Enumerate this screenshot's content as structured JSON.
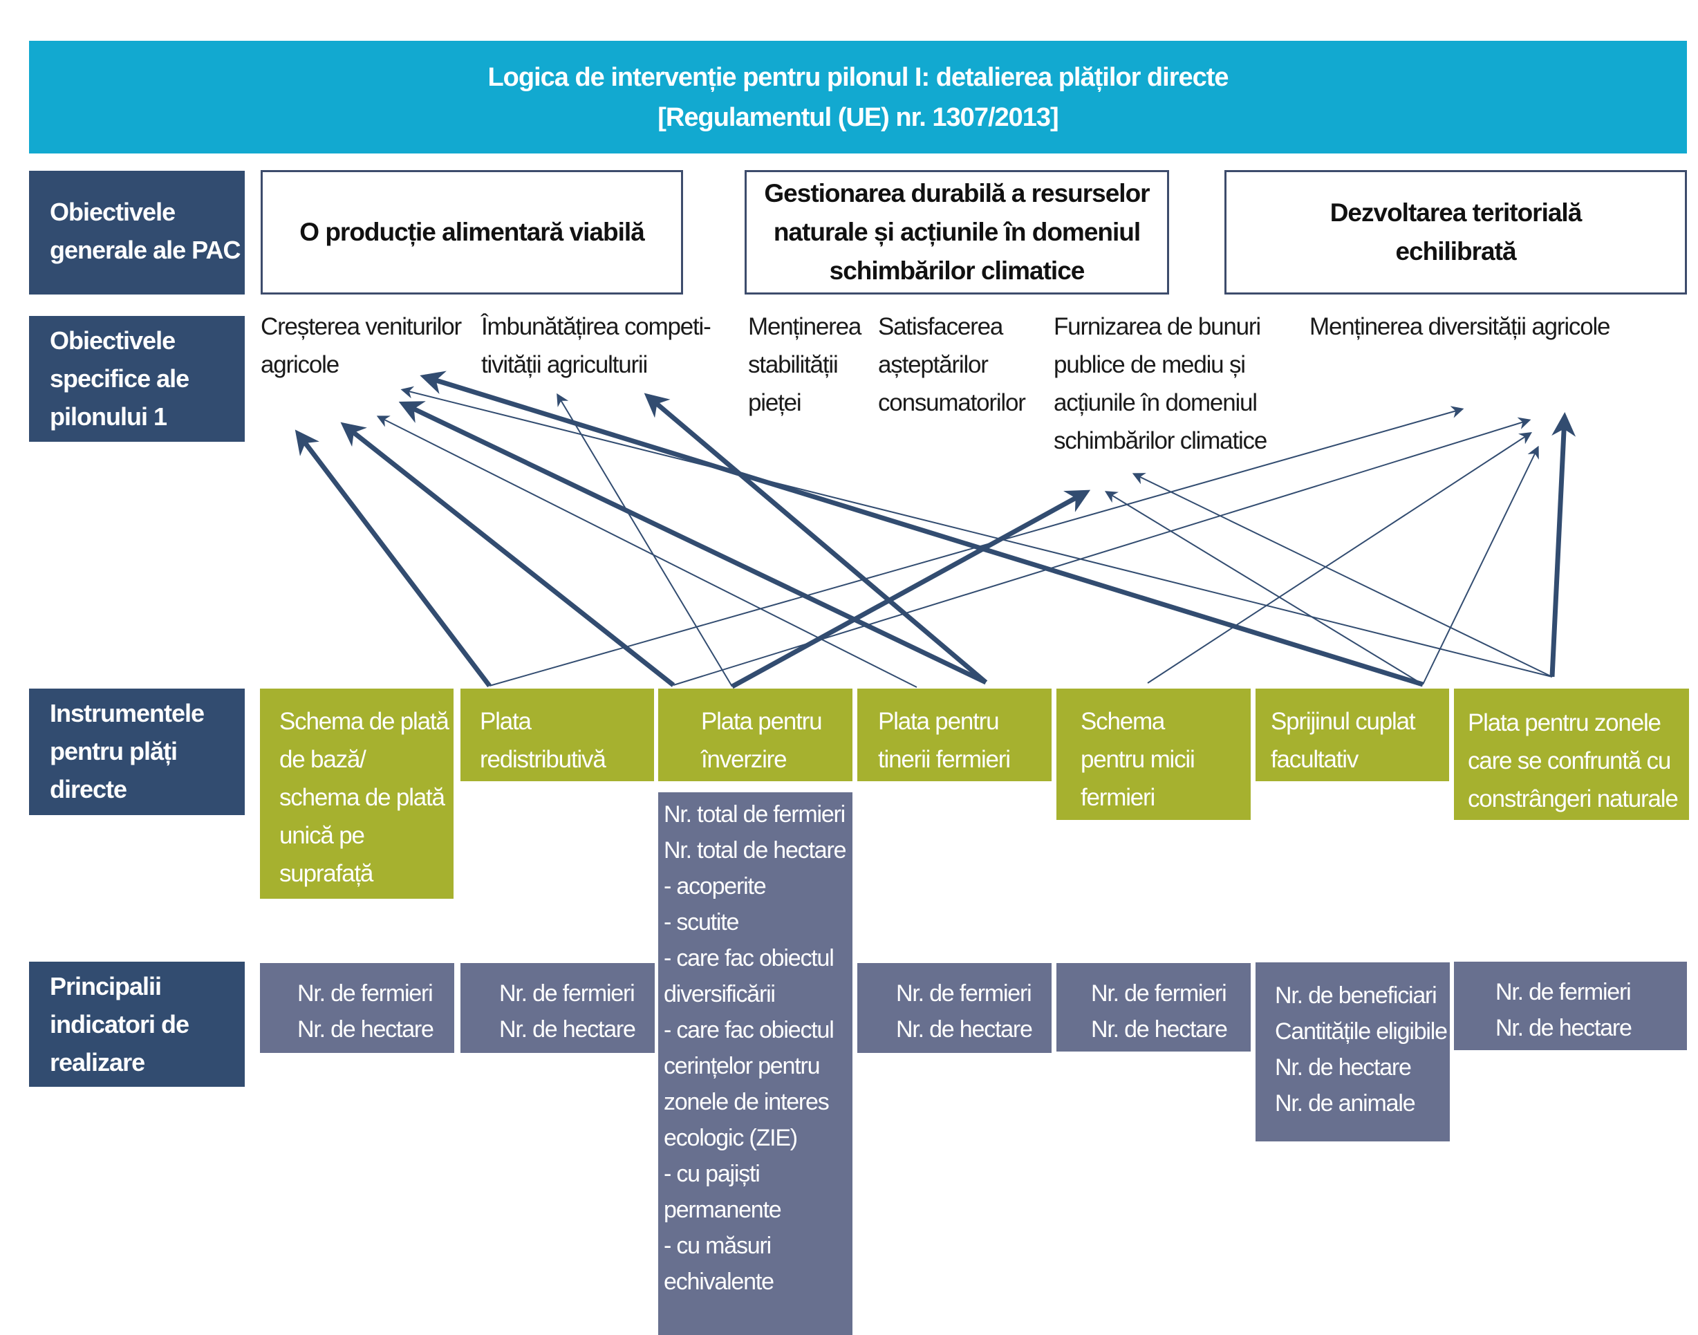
{
  "title": {
    "line1": "Logica de intervenție pentru pilonul I: detalierea plăților directe",
    "line2": "[Regulamentul (UE) nr. 1307/2013]"
  },
  "row_labels": {
    "general": [
      "Obiectivele",
      "generale ale PAC"
    ],
    "specific": [
      "Obiectivele",
      "specifice ale",
      "pilonului 1"
    ],
    "instruments": [
      "Instrumentele",
      "pentru plăți",
      "directe"
    ],
    "indicators": [
      "Principalii",
      "indicatori de",
      "realizare"
    ]
  },
  "general_objectives": [
    {
      "lines": [
        "O producție alimentară viabilă"
      ]
    },
    {
      "lines": [
        "Gestionarea durabilă a resurselor",
        "naturale și acțiunile în domeniul",
        "schimbărilor climatice"
      ]
    },
    {
      "lines": [
        "Dezvoltarea teritorială",
        "echilibrată"
      ]
    }
  ],
  "specific_objectives": [
    {
      "lines": [
        "Creșterea veniturilor",
        "agricole"
      ]
    },
    {
      "lines": [
        "Îmbunătățirea competi-",
        "tivității agriculturii"
      ]
    },
    {
      "lines": [
        "Menținerea",
        "stabilității",
        "pieței"
      ]
    },
    {
      "lines": [
        "Satisfacerea",
        "așteptărilor",
        "consumatorilor"
      ]
    },
    {
      "lines": [
        "Furnizarea de bunuri",
        "publice de mediu și",
        "acțiunile în domeniul",
        "schimbărilor climatice"
      ]
    },
    {
      "lines": [
        "Menținerea diversității agricole"
      ]
    }
  ],
  "instruments": [
    {
      "lines": [
        "Schema de plată",
        "de bază/",
        "schema de plată",
        "unică pe",
        "suprafață"
      ]
    },
    {
      "lines": [
        "Plata",
        "redistributivă"
      ]
    },
    {
      "lines": [
        "Plata pentru",
        "înverzire"
      ]
    },
    {
      "lines": [
        "Plata pentru",
        "tinerii fermieri"
      ]
    },
    {
      "lines": [
        "Schema",
        "pentru micii",
        "fermieri"
      ]
    },
    {
      "lines": [
        "Sprijinul cuplat",
        "facultativ"
      ]
    },
    {
      "lines": [
        "Plata pentru zonele",
        "care se confruntă cu",
        "constrângeri naturale"
      ]
    }
  ],
  "greening_indicators": [
    "Nr. total de fermieri",
    "Nr. total de hectare",
    "- acoperite",
    "- scutite",
    "- care fac obiectul",
    "diversificării",
    "- care fac obiectul",
    "cerințelor pentru",
    "zonele de interes",
    "ecologic (ZIE)",
    "- cu pajiști",
    "permanente",
    "- cu măsuri",
    "echivalente"
  ],
  "indicators": [
    {
      "lines": [
        "Nr. de fermieri",
        "Nr. de hectare"
      ]
    },
    {
      "lines": [
        "Nr. de fermieri",
        "Nr. de hectare"
      ]
    },
    {
      "lines": [
        "Nr. de fermieri",
        "Nr. de hectare"
      ]
    },
    {
      "lines": [
        "Nr. de fermieri",
        "Nr. de hectare"
      ]
    },
    {
      "lines": [
        "Nr. de beneficiari",
        "Cantitățile eligibile",
        "Nr. de hectare",
        "Nr. de animale"
      ]
    },
    {
      "lines": [
        "Nr. de fermieri",
        "Nr. de hectare"
      ]
    }
  ],
  "links": [
    {
      "from": "Schema de plată de bază",
      "to": "Creșterea veniturilor agricole",
      "strength": "strong"
    },
    {
      "from": "Schema de plată de bază",
      "to": "Menținerea diversității agricole",
      "strength": "weak"
    },
    {
      "from": "Plata redistributivă",
      "to": "Creșterea veniturilor agricole",
      "strength": "strong"
    },
    {
      "from": "Plata redistributivă",
      "to": "Menținerea diversității agricole",
      "strength": "weak"
    },
    {
      "from": "Plata pentru înverzire",
      "to": "Îmbunătățirea competitivității agriculturii",
      "strength": "weak"
    },
    {
      "from": "Plata pentru înverzire",
      "to": "Furnizarea de bunuri publice de mediu",
      "strength": "strong"
    },
    {
      "from": "Plata pentru tinerii fermieri",
      "to": "Creșterea veniturilor agricole",
      "strength": "weak"
    },
    {
      "from": "Plata pentru tinerii fermieri",
      "to": "Creșterea veniturilor agricole",
      "strength": "strong"
    },
    {
      "from": "Plata pentru tinerii fermieri",
      "to": "Îmbunătățirea competitivității agriculturii",
      "strength": "strong"
    },
    {
      "from": "Schema pentru micii fermieri",
      "to": "Menținerea diversității agricole",
      "strength": "weak"
    },
    {
      "from": "Sprijinul cuplat facultativ",
      "to": "Creșterea veniturilor agricole",
      "strength": "strong"
    },
    {
      "from": "Sprijinul cuplat facultativ",
      "to": "Furnizarea de bunuri publice de mediu",
      "strength": "weak"
    },
    {
      "from": "Sprijinul cuplat facultativ",
      "to": "Menținerea diversității agricole",
      "strength": "weak"
    },
    {
      "from": "Plata pentru zonele cu constrângeri naturale",
      "to": "Creșterea veniturilor agricole",
      "strength": "weak"
    },
    {
      "from": "Plata pentru zonele cu constrângeri naturale",
      "to": "Furnizarea de bunuri publice de mediu",
      "strength": "weak"
    },
    {
      "from": "Plata pentru zonele cu constrângeri naturale",
      "to": "Menținerea diversității agricole",
      "strength": "strong"
    }
  ],
  "colors": {
    "title_bg": "#12a9d0",
    "label_bg": "#324c70",
    "instrument_bg": "#a6b12f",
    "indicator_bg": "#68708f",
    "arrow": "#324c70"
  }
}
